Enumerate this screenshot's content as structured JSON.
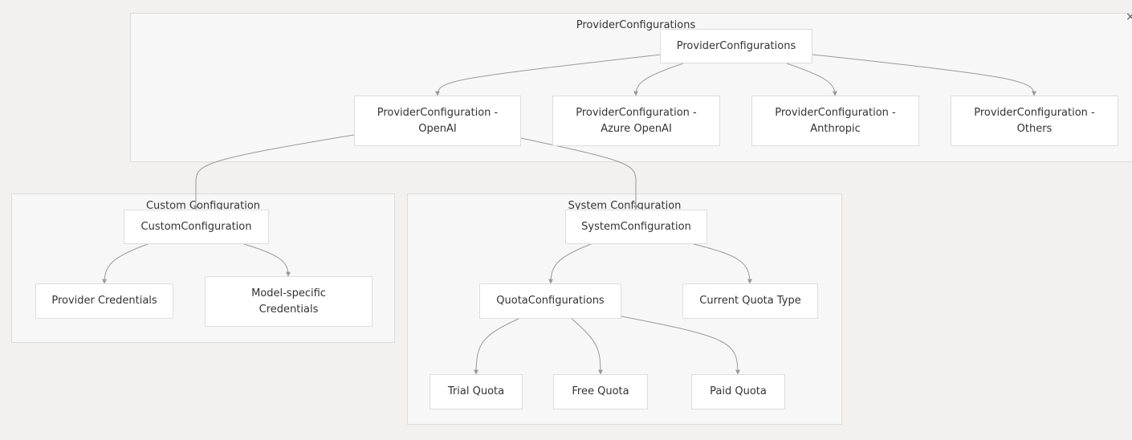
{
  "clusters": {
    "provider_configurations": "ProviderConfigurations",
    "custom_configuration": "Custom Configuration",
    "system_configuration": "System Configuration"
  },
  "nodes": {
    "provider_configurations": "ProviderConfigurations",
    "openai": "ProviderConfiguration -\nOpenAI",
    "azure_openai": "ProviderConfiguration -\nAzure OpenAI",
    "anthropic": "ProviderConfiguration -\nAnthropic",
    "others": "ProviderConfiguration -\nOthers",
    "custom_configuration": "CustomConfiguration",
    "provider_credentials": "Provider Credentials",
    "model_credentials": "Model-specific\nCredentials",
    "system_configuration": "SystemConfiguration",
    "quota_configurations": "QuotaConfigurations",
    "current_quota_type": "Current Quota Type",
    "trial_quota": "Trial Quota",
    "free_quota": "Free Quota",
    "paid_quota": "Paid Quota"
  },
  "close_icon": "×",
  "edge_color": "#999999"
}
